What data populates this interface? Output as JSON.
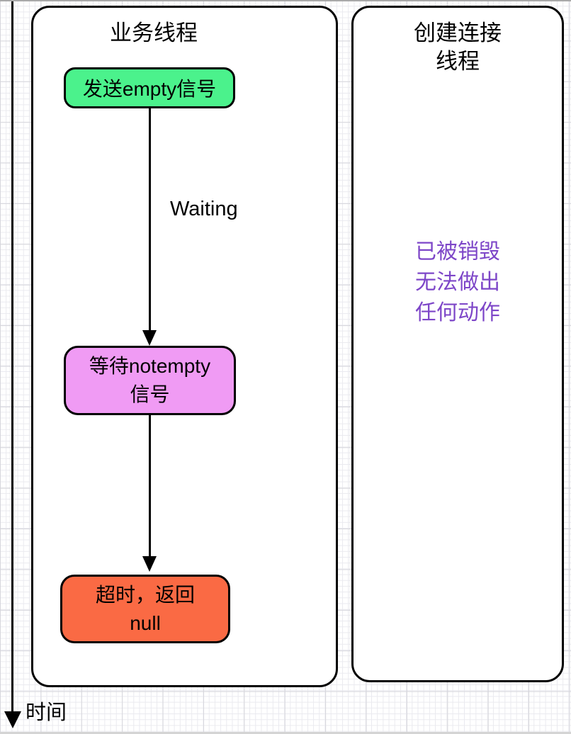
{
  "diagram": {
    "time_axis": {
      "label": "时间"
    },
    "lanes": [
      {
        "name": "business-thread",
        "title_lines": [
          "业务线程"
        ]
      },
      {
        "name": "create-connection-thread",
        "title_lines": [
          "创建连接",
          "线程"
        ]
      }
    ],
    "nodes": [
      {
        "name": "send-empty-signal",
        "lines": [
          "发送empty信号"
        ],
        "fill": "#4BF28C"
      },
      {
        "name": "wait-notempty-signal",
        "lines": [
          "等待notempty",
          "信号"
        ],
        "fill": "#F09BF4"
      },
      {
        "name": "timeout-return-null",
        "lines": [
          "超时，返回",
          "null"
        ],
        "fill": "#FA6A44"
      }
    ],
    "edges": [
      {
        "label": "Waiting"
      },
      {
        "label": ""
      }
    ],
    "annotation": {
      "lines": [
        "已被销毁",
        "无法做出",
        "任何动作"
      ],
      "color": "#7D46C8"
    },
    "colors": {
      "grid_minor": "#EAEAEF",
      "grid_major": "#D6D6DC",
      "lane_border": "#000000",
      "arrow": "#000000",
      "text": "#000000"
    }
  }
}
